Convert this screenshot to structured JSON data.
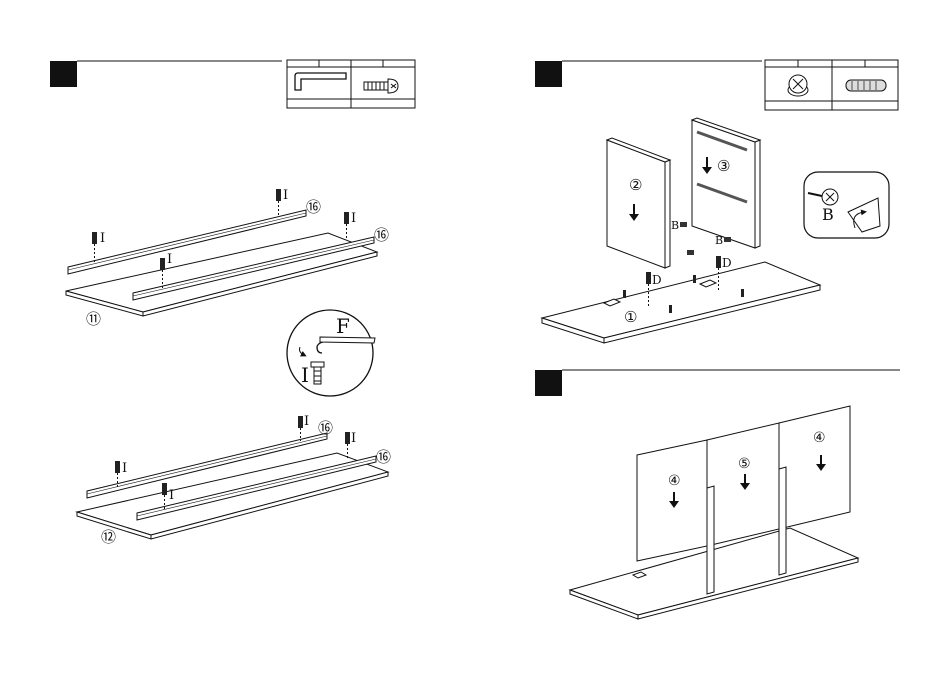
{
  "steps": [
    {
      "parts_table": {
        "items": [
          {
            "icon": "allen-key-icon",
            "label": ""
          },
          {
            "icon": "screw-icon",
            "label": ""
          }
        ]
      },
      "boards": [
        {
          "rails": [
            "⑯",
            "⑯"
          ],
          "screws": [
            "I",
            "I",
            "I",
            "I"
          ],
          "panel": "⑪"
        },
        {
          "rails": [
            "⑯",
            "⑯"
          ],
          "screws": [
            "I",
            "I",
            "I",
            "I"
          ],
          "panel": "⑫"
        }
      ],
      "detail": {
        "tool": "F",
        "screw": "I"
      }
    },
    {
      "parts_table": {
        "items": [
          {
            "icon": "cam-lock-icon",
            "label": ""
          },
          {
            "icon": "dowel-icon",
            "label": ""
          }
        ]
      },
      "panels": [
        "②",
        "③",
        "①"
      ],
      "fittings": [
        "B",
        "B",
        "D",
        "D"
      ],
      "detail": {
        "part": "B"
      }
    },
    {
      "parts_table": {
        "items": []
      },
      "panels": [
        "④",
        "⑤",
        "④"
      ]
    }
  ]
}
